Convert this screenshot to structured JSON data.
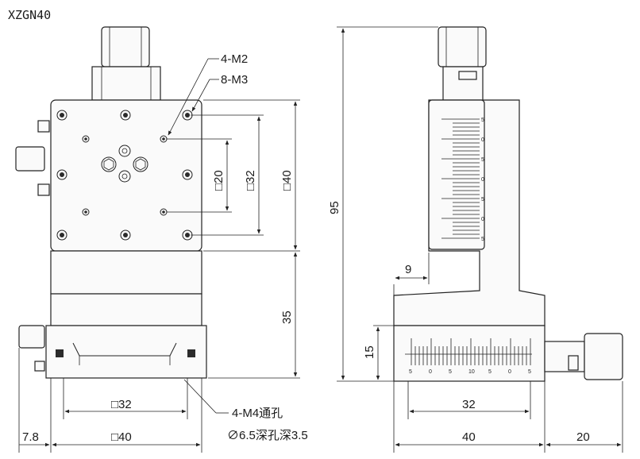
{
  "title": "XZGN40",
  "callouts": {
    "m2": "4-M2",
    "m3": "8-M3",
    "m4": "4-M4通孔",
    "counterbore": "∅6.5深孔深3.5"
  },
  "dimensions": {
    "sq20": "□20",
    "sq32_v": "□32",
    "sq40_v": "□40",
    "h35": "35",
    "h95": "95",
    "h15": "15",
    "w9": "9",
    "sq32_bottom": "□32",
    "sq40_bottom": "□40",
    "off78": "7.8",
    "w32_side": "32",
    "w40_side": "40",
    "w20_side": "20"
  },
  "scale_marks": {
    "vertical": [
      "5",
      "0",
      "5",
      "0",
      "5",
      "0",
      "5"
    ],
    "horizontal": [
      "5",
      "0",
      "5",
      "10",
      "5",
      "0",
      "5"
    ]
  }
}
